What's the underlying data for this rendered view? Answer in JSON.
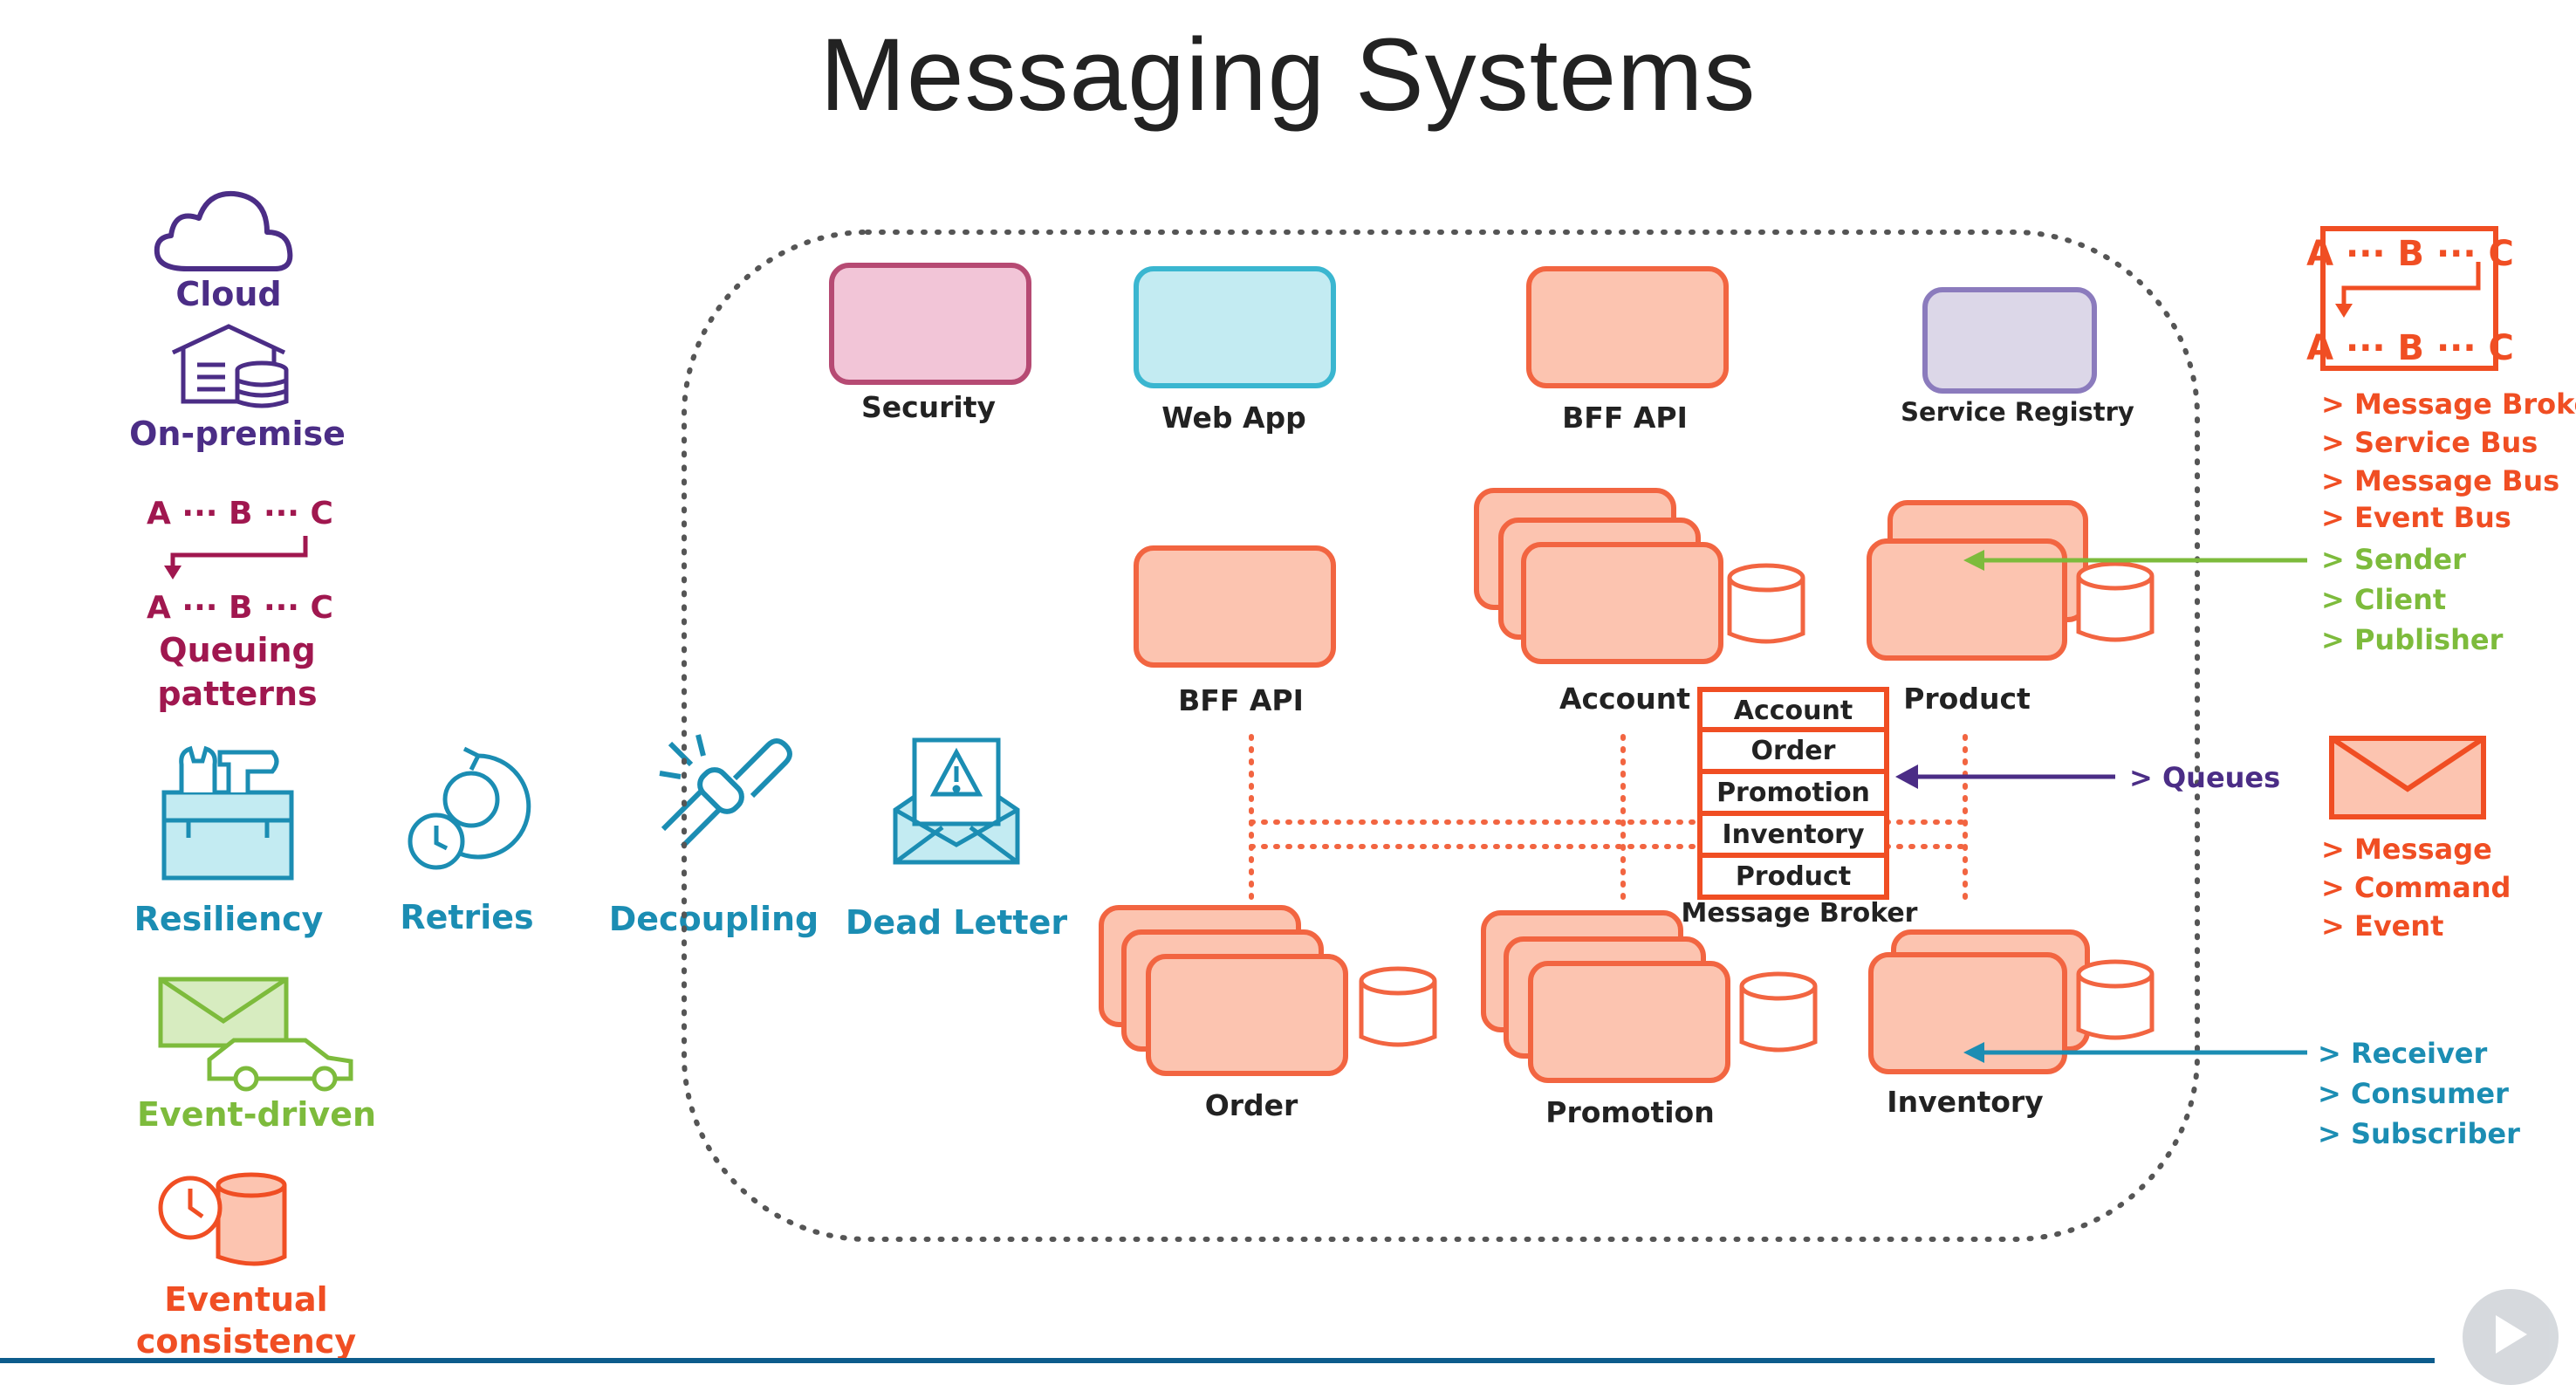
{
  "title": "Messaging Systems",
  "colors": {
    "purple": "#4b2d86",
    "maroon": "#a0174f",
    "teal": "#1b8db3",
    "green": "#7dbb3c",
    "orange": "#f04e23",
    "salmon_fill": "#fcc4b0",
    "salmon_stroke": "#f26541",
    "pink_fill": "#f2c5d7",
    "pink_stroke": "#b64a73",
    "cyan_fill": "#c3ebf2",
    "cyan_stroke": "#3ab6d0",
    "lavender_fill": "#dcd7e8",
    "lavender_stroke": "#8b7bbd",
    "dark_text": "#222222"
  },
  "left_concepts": {
    "cloud": "Cloud",
    "on_premise": "On-premise",
    "queue_abc_top": "A ··· B ··· C",
    "queue_abc_bottom": "A ··· B ··· C",
    "queuing_line1": "Queuing",
    "queuing_line2": "patterns",
    "resiliency": "Resiliency",
    "retries": "Retries",
    "decoupling": "Decoupling",
    "dead_letter": "Dead Letter",
    "event_driven": "Event-driven",
    "eventual_line1": "Eventual",
    "eventual_line2": "consistency"
  },
  "services": {
    "security": "Security",
    "web_app": "Web App",
    "bff_api_top": "BFF API",
    "service_registry": "Service Registry",
    "bff_api": "BFF API",
    "account": "Account",
    "product": "Product",
    "order": "Order",
    "promotion": "Promotion",
    "inventory": "Inventory"
  },
  "broker": {
    "queues": [
      "Account",
      "Order",
      "Promotion",
      "Inventory",
      "Product"
    ],
    "label": "Message Broker"
  },
  "right_panel": {
    "abc_top": "A ··· B ··· C",
    "abc_bottom": "A ··· B ··· C",
    "broker_types": [
      "> Message Broker",
      "> Service Bus",
      "> Message Bus",
      "> Event Bus"
    ],
    "sender_roles": [
      "> Sender",
      "> Client",
      "> Publisher"
    ],
    "queues_label": "> Queues",
    "message_types": [
      "> Message",
      "> Command",
      "> Event"
    ],
    "receiver_roles": [
      "> Receiver",
      "> Consumer",
      "> Subscriber"
    ]
  }
}
